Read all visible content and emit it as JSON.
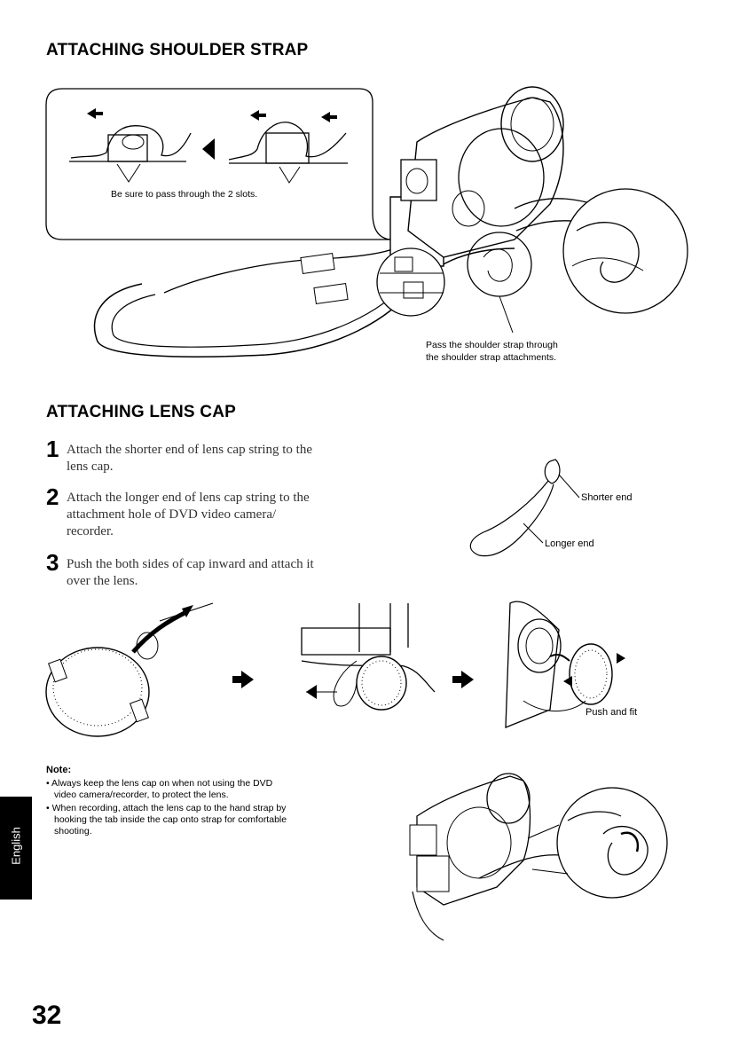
{
  "section1": {
    "title": "ATTACHING SHOULDER STRAP",
    "inset_caption": "Be sure to pass through the 2 slots.",
    "callout_line1": "Pass the shoulder strap through",
    "callout_line2": "the shoulder strap attachments."
  },
  "section2": {
    "title": "ATTACHING LENS CAP",
    "steps": [
      {
        "num": "1",
        "line1": "Attach the shorter end of lens cap string to the",
        "line2": "lens cap.",
        "line3": ""
      },
      {
        "num": "2",
        "line1": "Attach the longer end of lens cap string to the",
        "line2": "attachment hole of DVD video camera/",
        "line3": "recorder."
      },
      {
        "num": "3",
        "line1": "Push the both sides of cap inward and attach it",
        "line2": "over the lens.",
        "line3": ""
      }
    ],
    "label_shorter": "Shorter end",
    "label_longer": "Longer end",
    "label_push": "Push and fit"
  },
  "note": {
    "title": "Note:",
    "items": [
      {
        "line1": "Always keep the lens cap on when not using the DVD",
        "line2": "video camera/recorder, to protect the lens.",
        "line3": ""
      },
      {
        "line1": "When recording, attach the lens cap to the hand strap by",
        "line2": "hooking the tab inside the cap onto strap for comfortable",
        "line3": "shooting."
      }
    ]
  },
  "side_tab": "English",
  "page_number": "32"
}
